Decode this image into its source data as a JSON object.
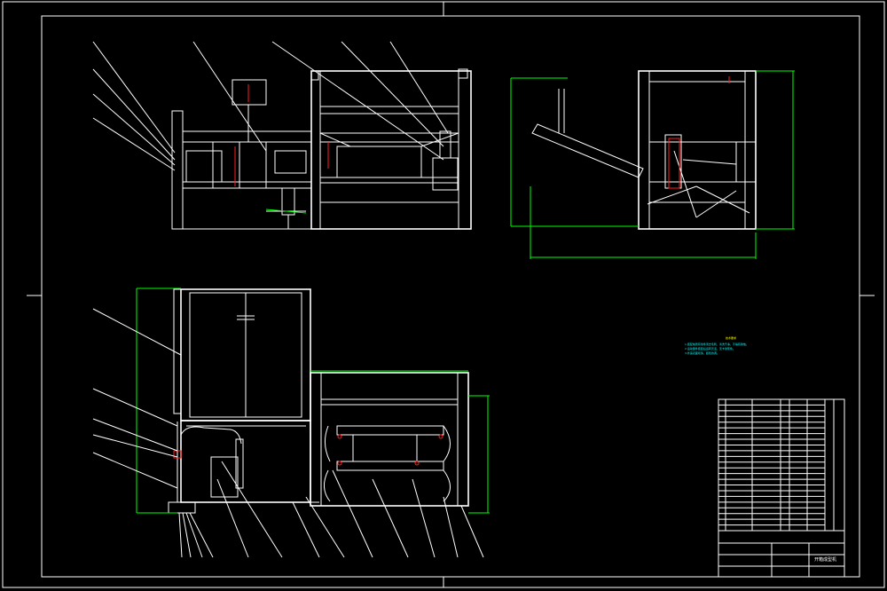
{
  "drawing": {
    "background": "#000000",
    "line_color": "#ffffff",
    "dimension_color": "#00ff00",
    "accent_color": "#ff2020",
    "note_color": "#00ffff",
    "title_block": {
      "name_cell": "开箱成型机",
      "parts_rows": 23
    },
    "tech_notes": {
      "heading": "技术要求",
      "lines": [
        "1.装配前所有零件须去毛刺、清洗干净，不得有锈蚀。",
        "2.运动部件装配后运转灵活，无卡滞现象。",
        "3.外露表面喷漆，颜色协调。"
      ]
    },
    "dimensions": {
      "front_height": "",
      "front_width": "",
      "side_height": "",
      "side_width": "",
      "lower_height": "",
      "lower_width": ""
    }
  }
}
